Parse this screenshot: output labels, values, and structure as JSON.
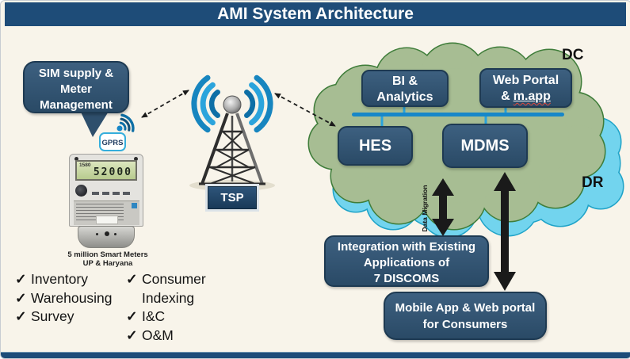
{
  "title": "AMI System Architecture",
  "left_panel": {
    "bubble_text": "SIM supply &\nMeter\nManagement",
    "gprs_label": "GPRS",
    "meter": {
      "lcd_small": "1580",
      "lcd_value": "52000",
      "caption": "5 million Smart Meters\nUP & Haryana"
    },
    "checklist": {
      "check_glyph": "✓",
      "left": [
        "Inventory",
        "Warehousing",
        "Survey"
      ],
      "right": [
        "Consumer\nIndexing",
        "I&C",
        "O&M"
      ]
    }
  },
  "tower": {
    "label": "TSP"
  },
  "cloud": {
    "dc_label": "DC",
    "dr_label": "DR",
    "bi_label": "BI &\nAnalytics",
    "web_line1": "Web Portal",
    "web_line2_prefix": "&",
    "web_line2_app": "m.app",
    "hes_label": "HES",
    "mdms_label": "MDMS"
  },
  "flows": {
    "data_migration_label": "Data Migration",
    "integration_text": "Integration with Existing\nApplications of\n7 DISCOMS",
    "mobile_text": "Mobile App & Web portal\nfor Consumers"
  },
  "colors": {
    "title_bar": "#1E4C78",
    "box_navy": "#31536F",
    "cloud_green": "#A7BD93",
    "cloud_green_border": "#3F7D3A",
    "cloud_cyan": "#72D4EE",
    "cloud_cyan_border": "#1FA3C8",
    "bus_teal": "#1787C8",
    "signal_blue": "#2BA4DC",
    "arrow_black": "#1A1A1A",
    "background": "#F8F4EA"
  }
}
